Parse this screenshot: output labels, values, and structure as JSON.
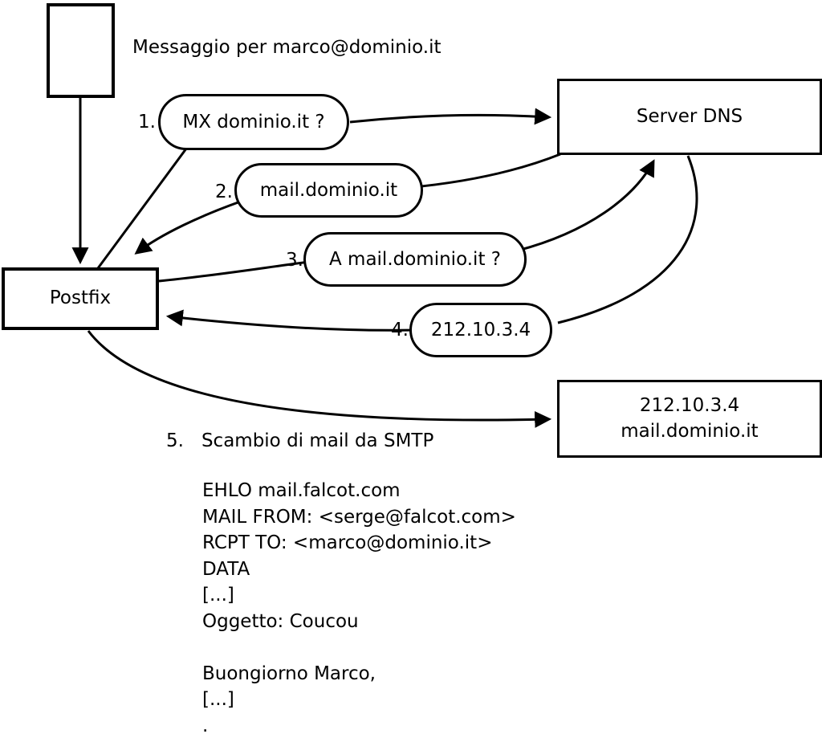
{
  "diagram": {
    "message_label": "Messaggio per marco@dominio.it",
    "nodes": {
      "mail_message": {
        "label": ""
      },
      "postfix": {
        "label": "Postfix"
      },
      "dns_server": {
        "label": "Server DNS"
      },
      "smtp_server": {
        "line1": "212.10.3.4",
        "line2": "mail.dominio.it"
      }
    },
    "steps": [
      {
        "num": "1.",
        "label": "MX dominio.it ?"
      },
      {
        "num": "2.",
        "label": "mail.dominio.it"
      },
      {
        "num": "3.",
        "label": "A mail.dominio.it ?"
      },
      {
        "num": "4.",
        "label": "212.10.3.4"
      }
    ],
    "step5": {
      "num": "5.",
      "label": "Scambio di mail da SMTP"
    },
    "smtp_session": {
      "lines": [
        "EHLO mail.falcot.com",
        "MAIL FROM: <serge@falcot.com>",
        "RCPT TO: <marco@dominio.it>",
        "DATA",
        "[...]",
        "Oggetto: Coucou",
        "",
        "Buongiorno Marco,",
        "[...]",
        "."
      ]
    },
    "colors": {
      "stroke": "#000000",
      "background": "#ffffff"
    }
  }
}
